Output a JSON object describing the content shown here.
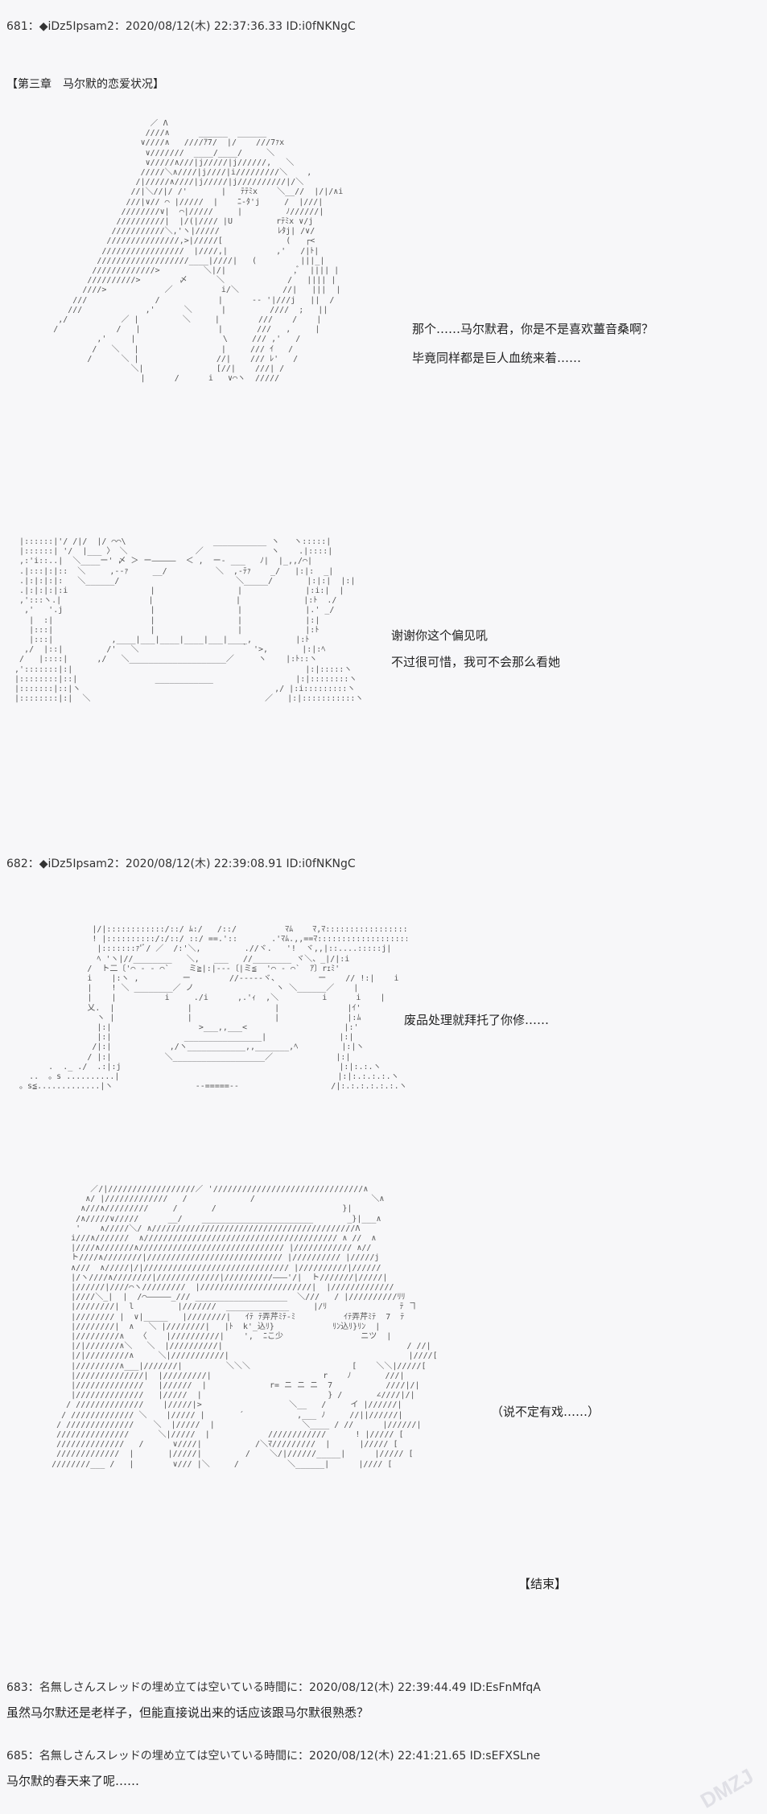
{
  "posts": [
    {
      "header": "681：◆iDz5Ipsam2：2020/08/12(木) 22:37:36.33 ID:i0fNKNgC",
      "chapter_title": "【第三章　马尔默的恋爱状况】",
      "dialogue_1": [
        "那个……马尔默君，你是不是喜欢薑音桑啊？",
        "毕竟同样都是巨人血统来着……"
      ],
      "dialogue_2": [
        "谢谢你这个偏见吼",
        "不过很可惜，我可不会那么看她"
      ]
    },
    {
      "header": "682：◆iDz5Ipsam2：2020/08/12(木) 22:39:08.91 ID:i0fNKNgC",
      "dialogue_1": [
        "废品处理就拜托了你修……"
      ],
      "dialogue_2": [
        "（说不定有戏……）"
      ],
      "end_mark": "【结束】"
    },
    {
      "header": "683：名無しさんスレッドの埋め立ては空いている時間に：2020/08/12(木) 22:39:44.49 ID:EsFnMfqA",
      "body": "虽然马尔默还是老样子，但能直接说出来的话应该跟马尔默很熟悉？"
    },
    {
      "header": "685：名無しさんスレッドの埋め立ては空いている時間に：2020/08/12(木) 22:41:21.65 ID:sEFXSLne",
      "body": "马尔默的春天来了呢……"
    }
  ],
  "watermark": "DMZJ"
}
